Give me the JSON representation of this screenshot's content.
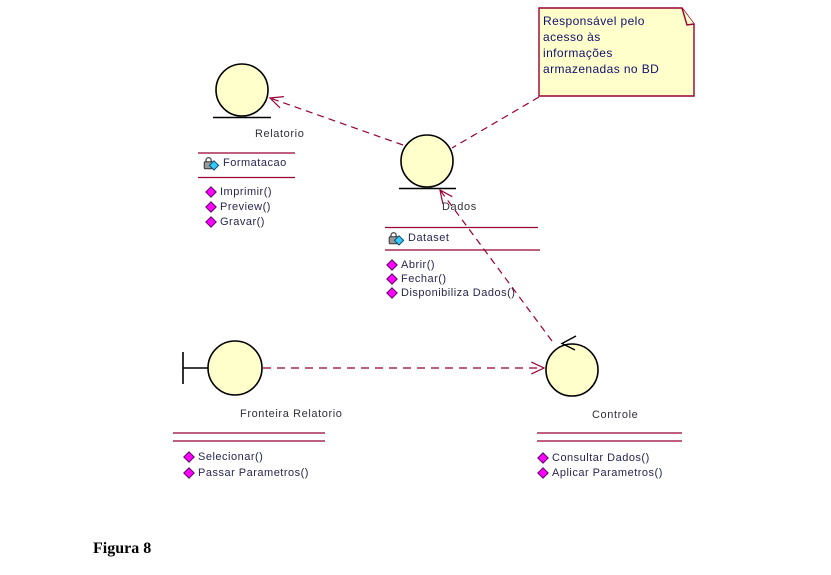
{
  "colors": {
    "line": "#990033",
    "shape_fill": "#FFFFCC",
    "shape_stroke": "#000000",
    "attr_icon_fill": "#33CCFF",
    "method_icon_fill": "#FF00FF",
    "note_fill": "#FFFFCC"
  },
  "note": {
    "line1": "Responsável pelo",
    "line2": "acesso às",
    "line3": "informações",
    "line4": "armazenadas no BD"
  },
  "objects": {
    "relatorio": {
      "label": "Relatorio",
      "attribute": "Formatacao",
      "methods": [
        "Imprimir()",
        "Preview()",
        "Gravar()"
      ]
    },
    "dados": {
      "label": "Dados",
      "attribute": "Dataset",
      "methods": [
        "Abrir()",
        "Fechar()",
        "Disponibiliza Dados()"
      ]
    },
    "fronteira_relatorio": {
      "label": "Fronteira Relatorio",
      "methods": [
        "Selecionar()",
        "Passar Parametros()"
      ]
    },
    "controle": {
      "label": "Controle",
      "methods": [
        "Consultar Dados()",
        "Aplicar Parametros()"
      ]
    }
  },
  "caption": "Figura 8"
}
